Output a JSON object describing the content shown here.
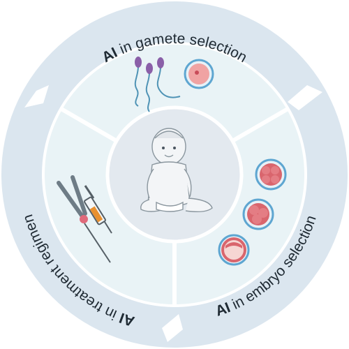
{
  "labels": {
    "top": {
      "prefix": "AI",
      "text": " in gamete selection"
    },
    "right": {
      "prefix": "AI",
      "text": " in embryo selection"
    },
    "left": {
      "prefix": "AI",
      "text": " in treatment regimen"
    }
  },
  "colors": {
    "outer_ring": "#dbe6ef",
    "inner_ring": "#e9f3f6",
    "center_disc": "#e3e9ef",
    "separator": "#ffffff",
    "text": "#1f2a33",
    "sperm_head": "#8a5fa8",
    "sperm_tail": "#4f93b5",
    "egg_fill": "#f0a3a3",
    "egg_rim": "#5ea6d1",
    "embryo_fill": "#d9656d",
    "needle_tip": "#e06a7b",
    "syringe_fluid": "#e8902f"
  },
  "icons": {
    "top_segment": [
      "sperm-icon",
      "egg-icon"
    ],
    "right_segment": [
      "embryo-icon",
      "embryo-icon",
      "blastocyst-icon"
    ],
    "left_segment": [
      "forceps-icon",
      "syringe-icon"
    ],
    "center": "baby-icon"
  }
}
